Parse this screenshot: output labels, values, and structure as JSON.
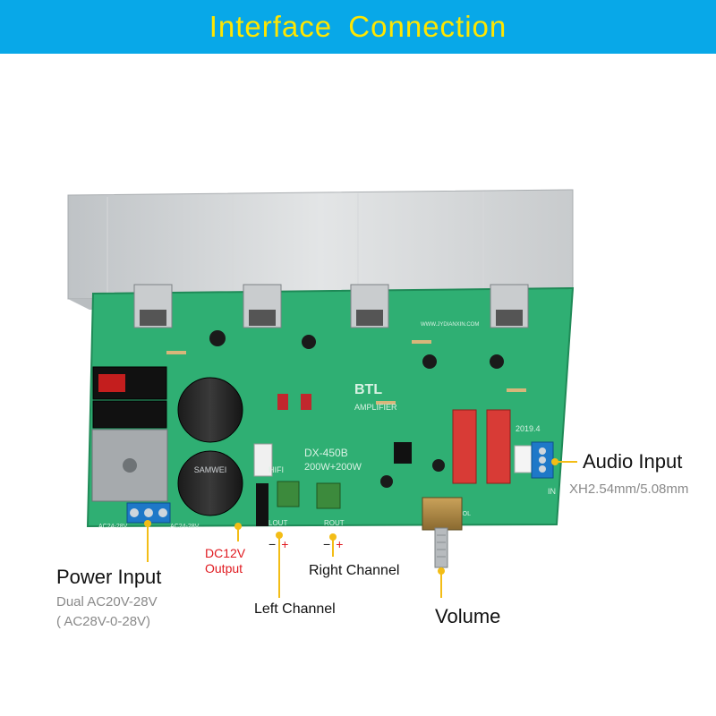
{
  "banner": {
    "title": "Interface Connection"
  },
  "callouts": {
    "audio_input": {
      "title": "Audio Input",
      "spec": "XH2.54mm/5.08mm"
    },
    "power_input": {
      "title": "Power Input",
      "spec_line1": "Dual AC20V-28V",
      "spec_line2": "( AC28V-0-28V)"
    },
    "dc_output": {
      "line1": "DC12V",
      "line2": "Output"
    },
    "left_channel": {
      "title": "Left Channel",
      "minus": "−",
      "plus": "+"
    },
    "right_channel": {
      "title": "Right Channel",
      "minus": "−",
      "plus": "+"
    },
    "volume": {
      "title": "Volume"
    }
  },
  "board": {
    "model": "DX-450B",
    "power_rating": "200W+200W",
    "btl_label": "BTL",
    "amplifier_label": "AMPLIFIER",
    "hifi_label": "HIFI",
    "year_label": "2019.4",
    "in_label": "IN",
    "lout_label": "LOUT",
    "rout_label": "ROUT",
    "ac_left_label": "AC24-28V",
    "ac_right_label": "AC24-28V",
    "cap_label": "SAMWEI",
    "vol_label": "VOL",
    "website": "WWW.JYDIANXIN.COM"
  },
  "colors": {
    "banner_bg": "#08a8e8",
    "banner_text": "#ffe600",
    "pcb_green": "#2faf73",
    "callout_line": "#f3bd16",
    "accent_red": "#e0191f"
  }
}
